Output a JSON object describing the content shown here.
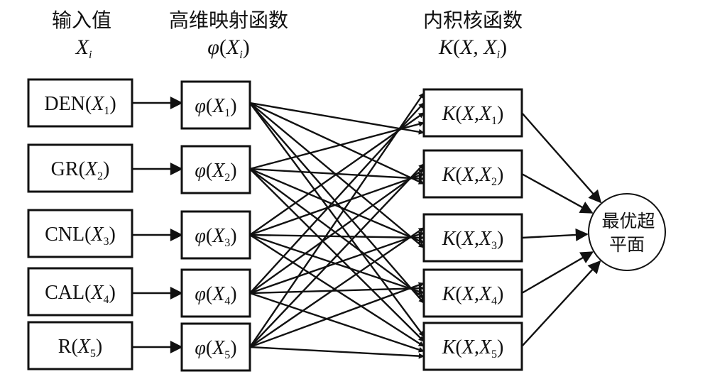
{
  "headers": {
    "input": {
      "title": "输入值",
      "sub": "X",
      "sub_index": "i"
    },
    "mapping": {
      "title": "高维映射函数",
      "sub_func": "φ",
      "sub_var": "X",
      "sub_index": "i"
    },
    "kernel": {
      "title": "内积核函数",
      "sub_func": "K",
      "sub_var": "X, X",
      "sub_index": "i"
    }
  },
  "inputs": [
    {
      "name": "DEN",
      "var": "X",
      "index": "1"
    },
    {
      "name": "GR",
      "var": "X",
      "index": "2"
    },
    {
      "name": "CNL",
      "var": "X",
      "index": "3"
    },
    {
      "name": "CAL",
      "var": "X",
      "index": "4"
    },
    {
      "name": "R",
      "var": "X",
      "index": "5"
    }
  ],
  "mappings": [
    {
      "func": "φ",
      "var": "X",
      "index": "1"
    },
    {
      "func": "φ",
      "var": "X",
      "index": "2"
    },
    {
      "func": "φ",
      "var": "X",
      "index": "3"
    },
    {
      "func": "φ",
      "var": "X",
      "index": "4"
    },
    {
      "func": "φ",
      "var": "X",
      "index": "5"
    }
  ],
  "kernels": [
    {
      "func": "K",
      "var": "X,X",
      "index": "1"
    },
    {
      "func": "K",
      "var": "X,X",
      "index": "2"
    },
    {
      "func": "K",
      "var": "X,X",
      "index": "3"
    },
    {
      "func": "K",
      "var": "X,X",
      "index": "4"
    },
    {
      "func": "K",
      "var": "X,X",
      "index": "5"
    }
  ],
  "output": {
    "line1": "最优超",
    "line2": "平面"
  }
}
